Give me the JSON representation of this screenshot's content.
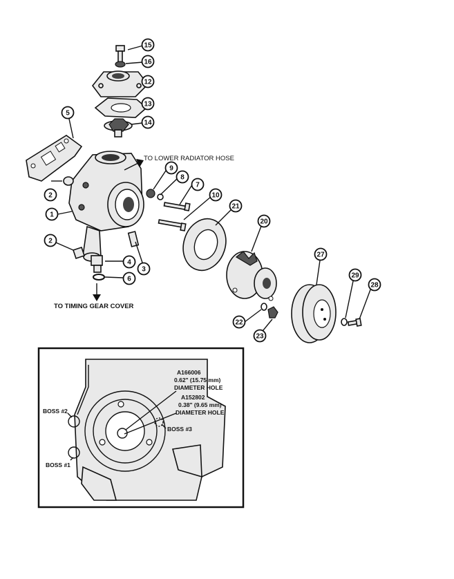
{
  "callouts": {
    "c1": "1",
    "c2a": "2",
    "c2b": "2",
    "c3": "3",
    "c4": "4",
    "c5": "5",
    "c6": "6",
    "c7": "7",
    "c8": "8",
    "c9": "9",
    "c10": "10",
    "c12": "12",
    "c13": "13",
    "c14": "14",
    "c15": "15",
    "c16": "16",
    "c20": "20",
    "c21": "21",
    "c22": "22",
    "c23": "23",
    "c27": "27",
    "c28": "28",
    "c29": "29"
  },
  "labels": {
    "lower_radiator_hose": "TO LOWER RADIATOR HOSE",
    "timing_gear_cover": "TO TIMING GEAR COVER"
  },
  "inset": {
    "hole_a_part": "A166006",
    "hole_a_size": "0.62\" (15.75 mm)",
    "hole_a_desc": "DIAMETER HOLE",
    "hole_b_part": "A152802",
    "hole_b_size": "0.38\" (9.65 mm)",
    "hole_b_desc": "DIAMETER HOLE",
    "boss1": "BOSS #1",
    "boss2": "BOSS #2",
    "boss3": "BOSS #3"
  }
}
